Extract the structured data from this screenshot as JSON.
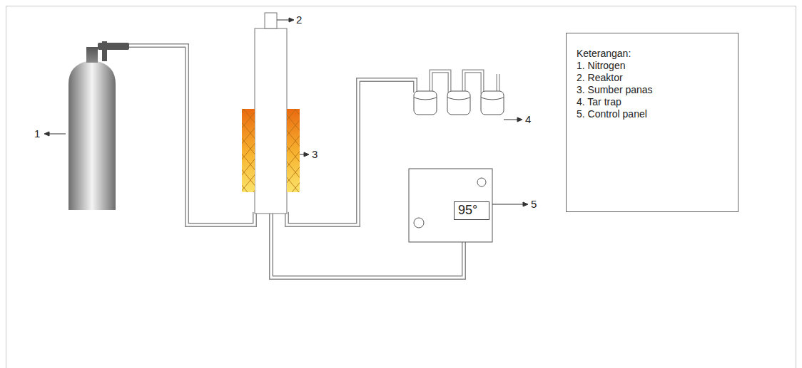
{
  "diagram": {
    "nodes": [
      {
        "text": [
          "95°"
        ]
      },
      {
        "text": [
          "Keterangan:",
          "1. Nitrogen",
          "2. Reaktor",
          "3. Sumber panas",
          "4. Tar trap",
          "5. Control panel"
        ]
      }
    ],
    "labels": [
      "1",
      "2",
      "3",
      "4",
      "5"
    ]
  }
}
